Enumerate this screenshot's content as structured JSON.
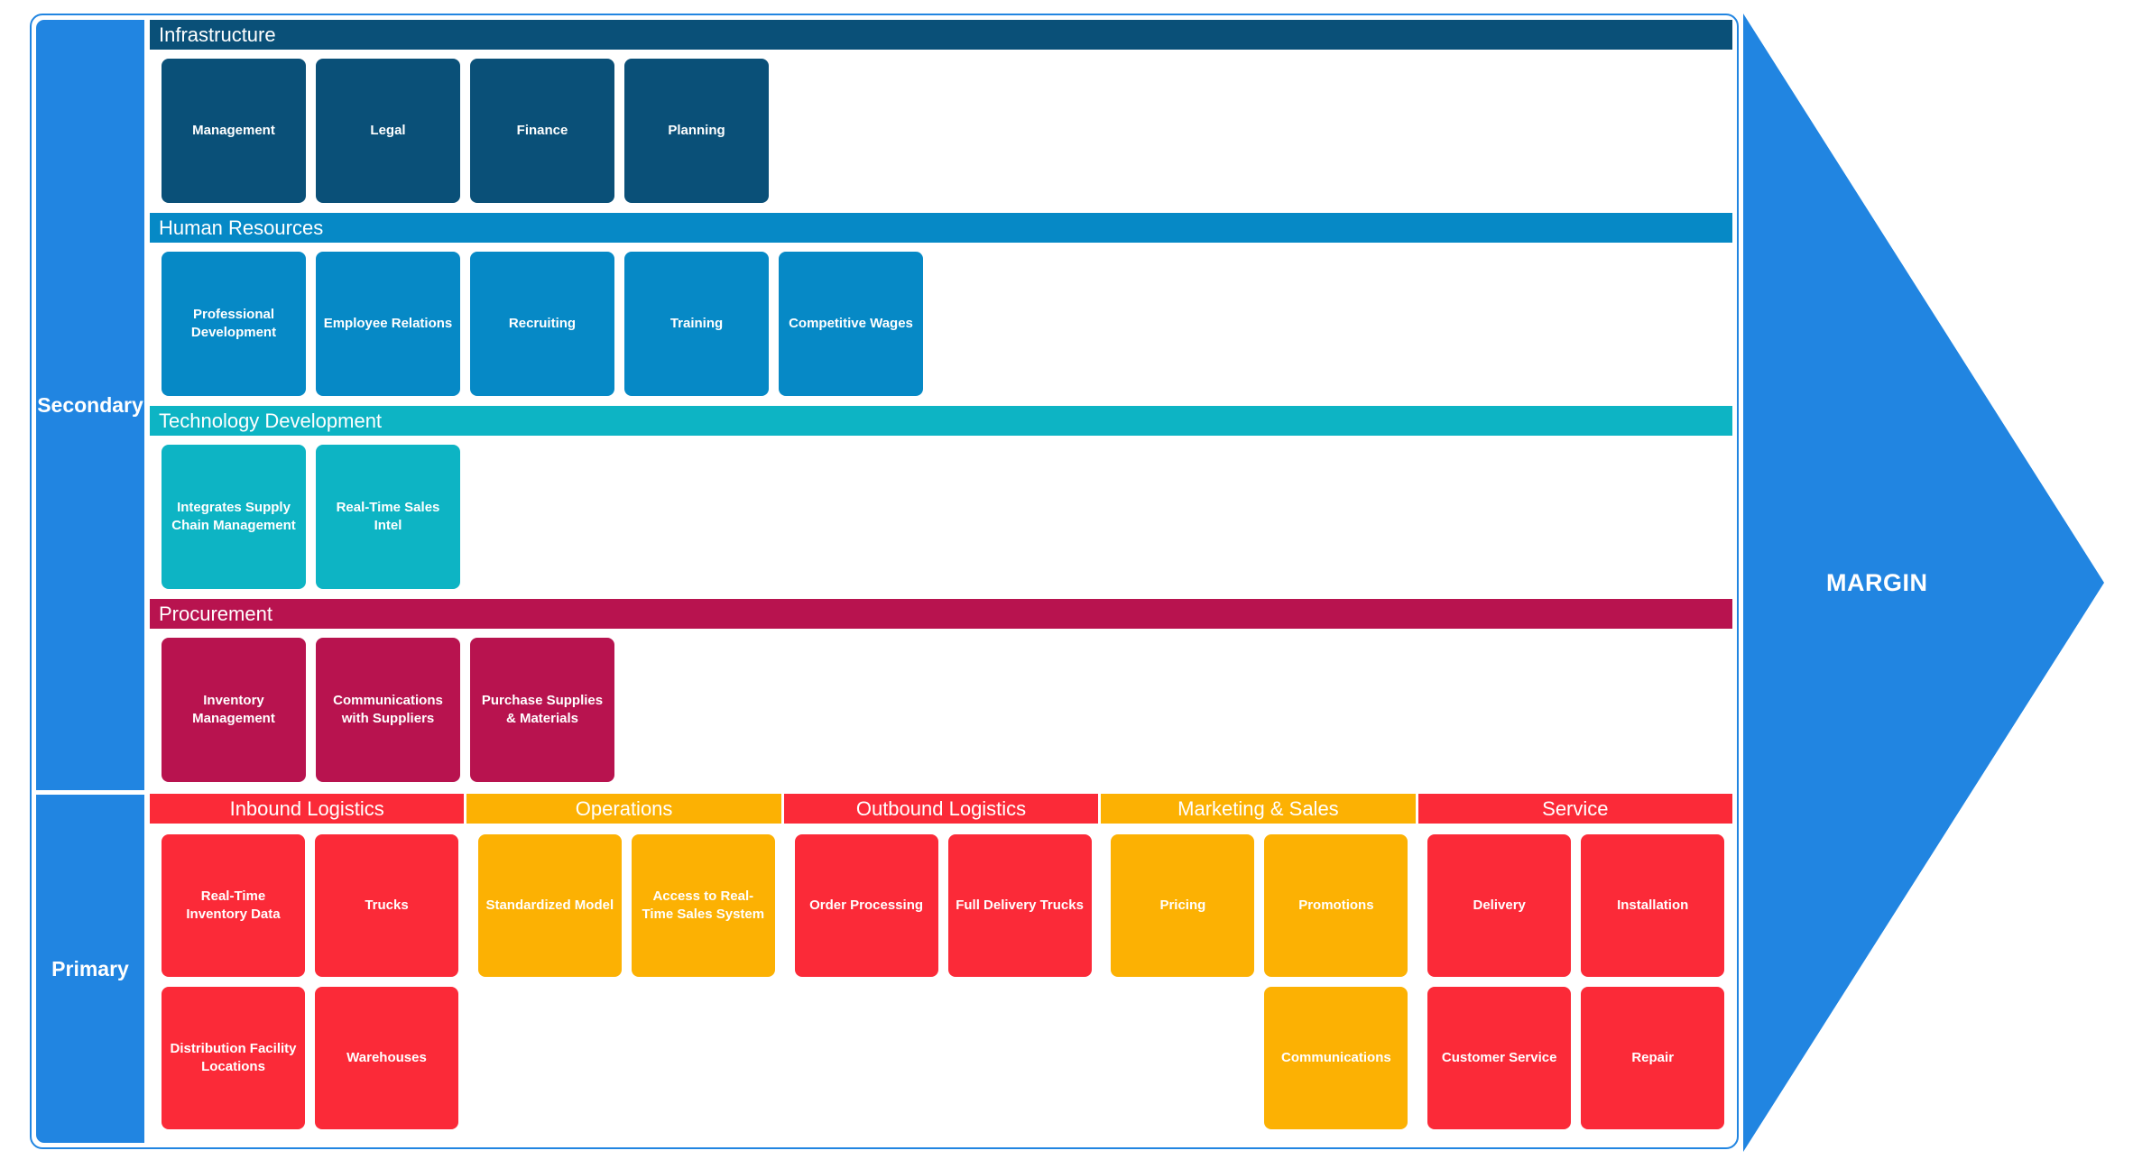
{
  "labels": {
    "secondary": "Secondary",
    "primary": "Primary",
    "margin": "MARGIN"
  },
  "colors": {
    "rail_and_arrow_blue": "#2185e1",
    "infrastructure_navy": "#0a5078",
    "human_resources_blue": "#0689c6",
    "technology_teal": "#0db4c4",
    "procurement_crimson": "#b8134f",
    "primary_red": "#fb2a38",
    "primary_amber": "#fcb103"
  },
  "secondary_rows": [
    {
      "title": "Infrastructure",
      "color": "#0a5078",
      "cards": [
        "Management",
        "Legal",
        "Finance",
        "Planning"
      ]
    },
    {
      "title": "Human Resources",
      "color": "#0689c6",
      "cards": [
        "Professional Development",
        "Employee Relations",
        "Recruiting",
        "Training",
        "Competitive Wages"
      ]
    },
    {
      "title": "Technology Development",
      "color": "#0db4c4",
      "cards": [
        "Integrates Supply Chain Management",
        "Real-Time Sales Intel"
      ]
    },
    {
      "title": "Procurement",
      "color": "#b8134f",
      "cards": [
        "Inventory Management",
        "Communications with Suppliers",
        "Purchase Supplies & Materials"
      ]
    }
  ],
  "primary_columns": [
    {
      "title": "Inbound Logistics",
      "color": "#fb2a38",
      "cards_row1": [
        "Real-Time Inventory Data",
        "Trucks"
      ],
      "cards_row2": [
        "Distribution Facility Locations",
        "Warehouses"
      ]
    },
    {
      "title": "Operations",
      "color": "#fcb103",
      "cards_row1": [
        "Standardized Model",
        "Access to Real-Time Sales System"
      ],
      "cards_row2": []
    },
    {
      "title": "Outbound Logistics",
      "color": "#fb2a38",
      "cards_row1": [
        "Order Processing",
        "Full Delivery Trucks"
      ],
      "cards_row2": []
    },
    {
      "title": "Marketing & Sales",
      "color": "#fcb103",
      "cards_row1": [
        "Pricing",
        "Promotions"
      ],
      "cards_row2": [
        "",
        "Communications"
      ]
    },
    {
      "title": "Service",
      "color": "#fb2a38",
      "cards_row1": [
        "Delivery",
        "Installation"
      ],
      "cards_row2": [
        "Customer Service",
        "Repair"
      ]
    }
  ]
}
